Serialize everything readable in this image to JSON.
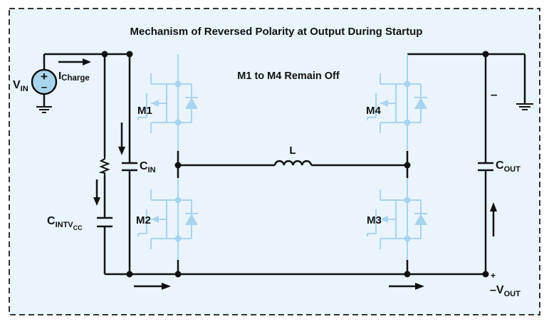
{
  "title": "Mechanism of Reversed Polarity at Output During Startup",
  "subtitle": "M1 to M4 Remain Off",
  "labels": {
    "vin_main": "V",
    "vin_sub": "IN",
    "icharge_main": "I",
    "icharge_sub": "Charge",
    "cin_main": "C",
    "cin_sub": "IN",
    "cintvcc_main": "C",
    "cintvcc_sub1": "INTV",
    "cintvcc_sub2": "CC",
    "inductor": "L",
    "cout_main": "C",
    "cout_sub": "OUT",
    "m1": "M1",
    "m2": "M2",
    "m3": "M3",
    "m4": "M4",
    "minus_sign": "–",
    "plus_sign": "+",
    "vout_prefix": "–V",
    "vout_sub": "OUT",
    "source_plus": "+",
    "source_minus": "–"
  },
  "colors": {
    "background": "#eaf4fc",
    "wire": "#111111",
    "mosfet_off": "#a9d4ee",
    "source_fill": "#a9d4ee",
    "border": "#333333"
  }
}
